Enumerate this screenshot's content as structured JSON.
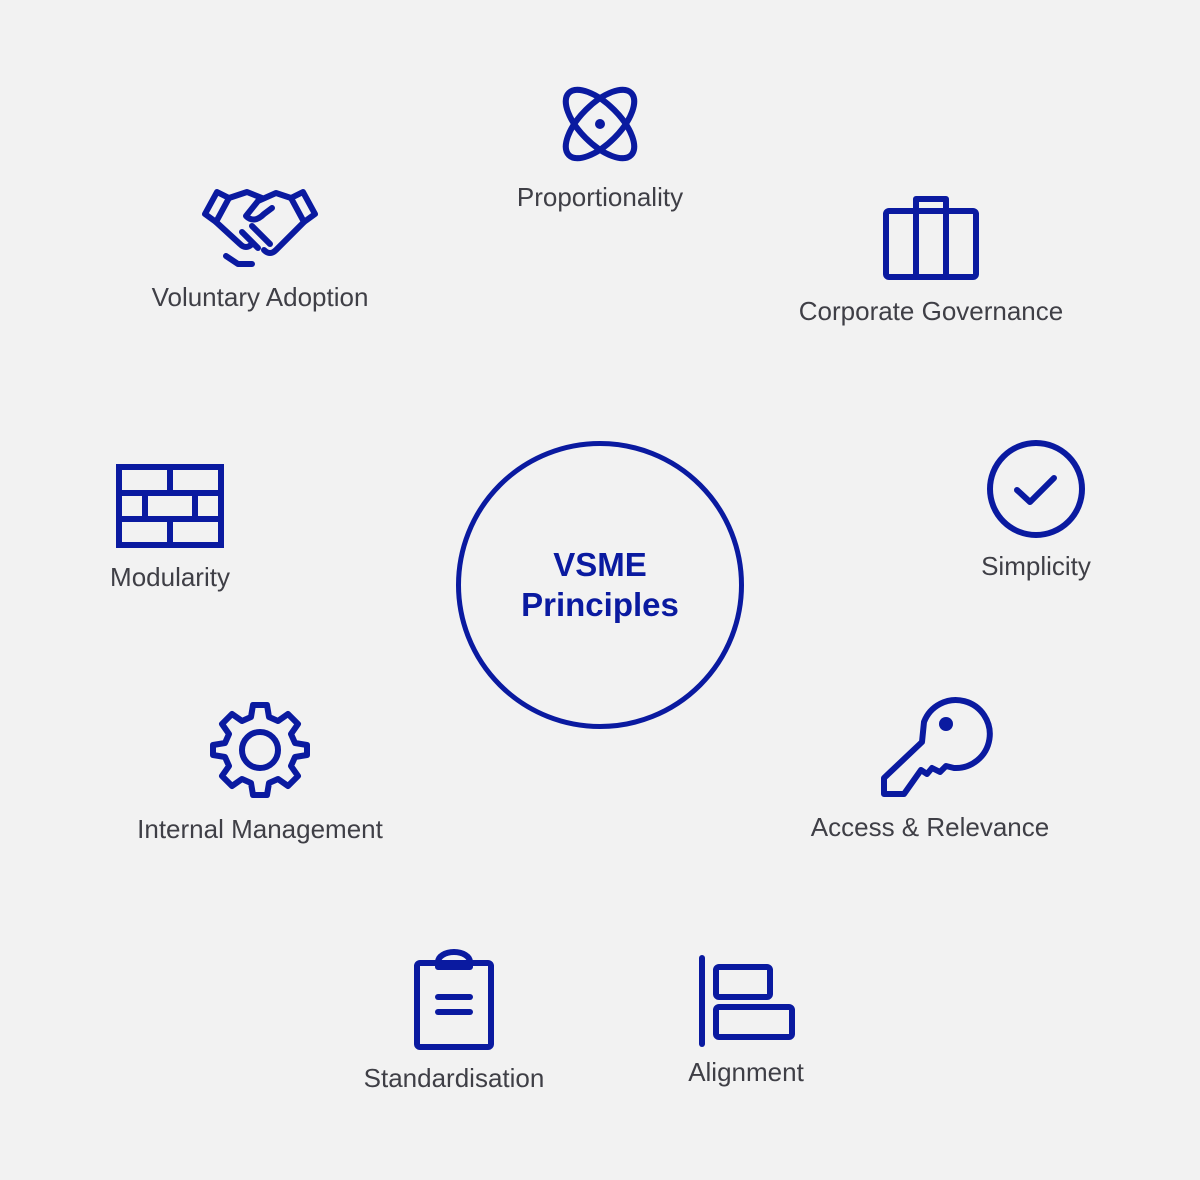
{
  "center": {
    "title": "VSME\nPrinciples"
  },
  "principles": [
    {
      "label": "Proportionality",
      "icon": "atom-icon"
    },
    {
      "label": "Corporate Governance",
      "icon": "briefcase-icon"
    },
    {
      "label": "Simplicity",
      "icon": "check-circle-icon"
    },
    {
      "label": "Access & Relevance",
      "icon": "key-icon"
    },
    {
      "label": "Alignment",
      "icon": "align-left-icon"
    },
    {
      "label": "Standardisation",
      "icon": "clipboard-icon"
    },
    {
      "label": "Internal Management",
      "icon": "gear-icon"
    },
    {
      "label": "Modularity",
      "icon": "brick-wall-icon"
    },
    {
      "label": "Voluntary Adoption",
      "icon": "handshake-icon"
    }
  ],
  "colors": {
    "accent": "#0a1aa0",
    "text": "#3f3f46",
    "background": "#f2f2f2"
  }
}
